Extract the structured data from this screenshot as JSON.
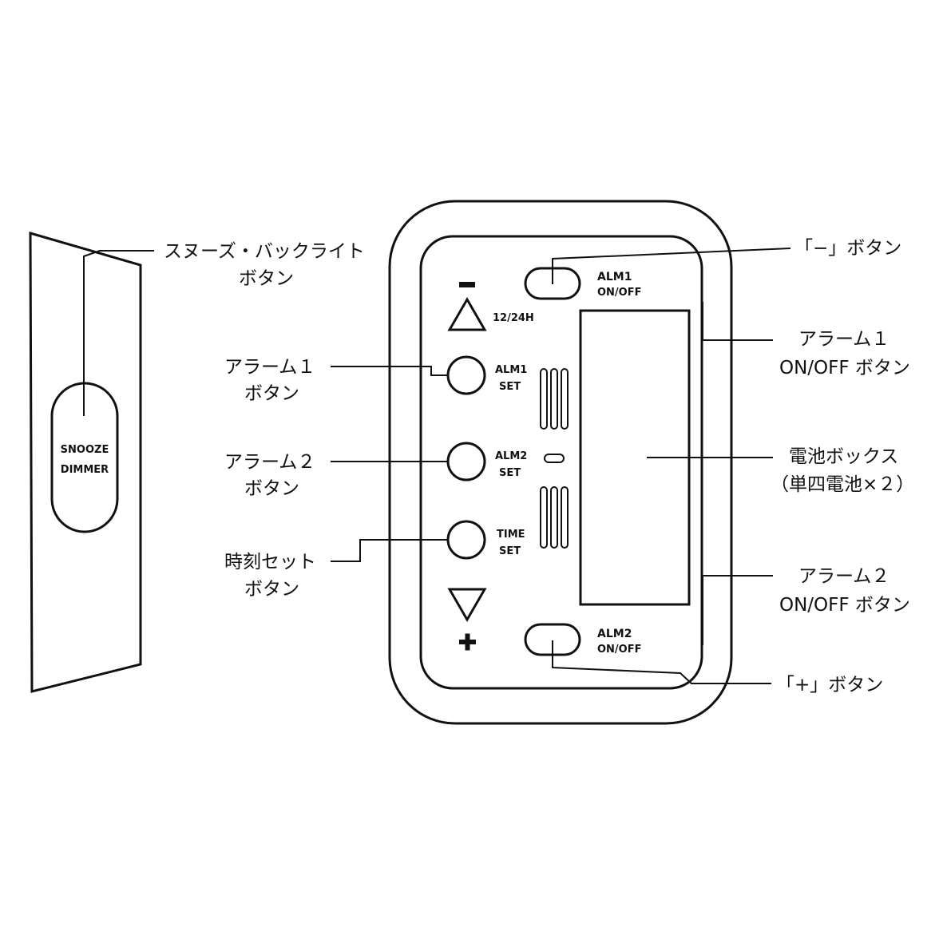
{
  "device_labels": {
    "snooze_line1": "SNOOZE",
    "snooze_line2": "DIMMER",
    "alm1_onoff_line1": "ALM1",
    "alm1_onoff_line2": "ON/OFF",
    "alm2_onoff_line1": "ALM2",
    "alm2_onoff_line2": "ON/OFF",
    "mode_12_24": "12/24H",
    "alm1_set_line1": "ALM1",
    "alm1_set_line2": "SET",
    "alm2_set_line1": "ALM2",
    "alm2_set_line2": "SET",
    "time_set_line1": "TIME",
    "time_set_line2": "SET",
    "minus_symbol": "-",
    "plus_symbol": "+"
  },
  "callouts": {
    "snooze_backlight": [
      "スヌーズ・バックライト",
      "ボタン"
    ],
    "minus_button": [
      "「−」ボタン"
    ],
    "alarm1_onoff": [
      "アラーム１",
      "ON/OFF ボタン"
    ],
    "alarm1_button": [
      "アラーム１",
      "ボタン"
    ],
    "alarm2_button": [
      "アラーム２",
      "ボタン"
    ],
    "battery_box": [
      "電池ボックス",
      "（単四電池×２）"
    ],
    "time_set_button": [
      "時刻セット",
      "ボタン"
    ],
    "alarm2_onoff": [
      "アラーム２",
      "ON/OFF ボタン"
    ],
    "plus_button": [
      "「+」ボタン"
    ]
  }
}
